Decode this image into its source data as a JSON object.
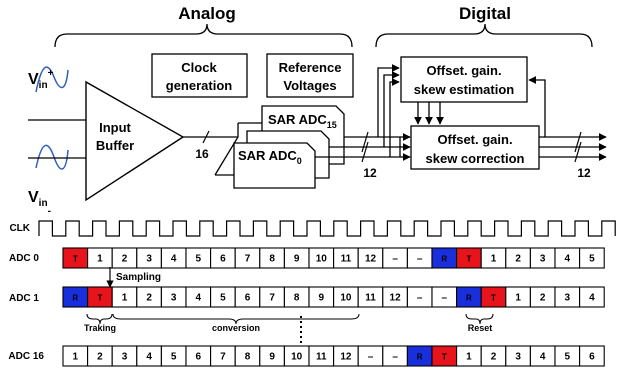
{
  "header": {
    "analog": "Analog",
    "digital": "Digital"
  },
  "blocks": {
    "clock_l1": "Clock",
    "clock_l2": "generation",
    "ref_l1": "Reference",
    "ref_l2": "Voltages",
    "buffer_l1": "Input",
    "buffer_l2": "Buffer",
    "sar15": "SAR ADC",
    "sar15_sub": "15",
    "sar0": "SAR ADC",
    "sar0_sub": "0",
    "est_l1": "Offset. gain.",
    "est_l2": "skew estimation",
    "corr_l1": "Offset. gain.",
    "corr_l2": "skew correction",
    "vin": "V",
    "vin_sub": "in",
    "vin_plus": "+",
    "vin_minus": "-",
    "bus16": "16",
    "bus12a": "12",
    "bus12b": "12"
  },
  "timing": {
    "clk_label": "CLK",
    "adc0_label": "ADC 0",
    "adc1_label": "ADC 1",
    "adc16_label": "ADC 16",
    "adc0_cells": [
      {
        "t": "T",
        "c": "red"
      },
      {
        "t": "1"
      },
      {
        "t": "2"
      },
      {
        "t": "3"
      },
      {
        "t": "4"
      },
      {
        "t": "5"
      },
      {
        "t": "6"
      },
      {
        "t": "7"
      },
      {
        "t": "8"
      },
      {
        "t": "9"
      },
      {
        "t": "10"
      },
      {
        "t": "11"
      },
      {
        "t": "12"
      },
      {
        "t": "–"
      },
      {
        "t": "–"
      },
      {
        "t": "R",
        "c": "blue"
      },
      {
        "t": "T",
        "c": "red"
      },
      {
        "t": "1"
      },
      {
        "t": "2"
      },
      {
        "t": "3"
      },
      {
        "t": "4"
      },
      {
        "t": "5"
      }
    ],
    "adc1_cells": [
      {
        "t": "R",
        "c": "blue"
      },
      {
        "t": "T",
        "c": "red"
      },
      {
        "t": "1"
      },
      {
        "t": "2"
      },
      {
        "t": "3"
      },
      {
        "t": "4"
      },
      {
        "t": "5"
      },
      {
        "t": "6"
      },
      {
        "t": "7"
      },
      {
        "t": "8"
      },
      {
        "t": "9"
      },
      {
        "t": "10"
      },
      {
        "t": "11"
      },
      {
        "t": "12"
      },
      {
        "t": "–"
      },
      {
        "t": "–"
      },
      {
        "t": "R",
        "c": "blue"
      },
      {
        "t": "T",
        "c": "red"
      },
      {
        "t": "1"
      },
      {
        "t": "2"
      },
      {
        "t": "3"
      },
      {
        "t": "4"
      }
    ],
    "adc16_cells": [
      {
        "t": "1"
      },
      {
        "t": "2"
      },
      {
        "t": "3"
      },
      {
        "t": "4"
      },
      {
        "t": "5"
      },
      {
        "t": "6"
      },
      {
        "t": "7"
      },
      {
        "t": "8"
      },
      {
        "t": "9"
      },
      {
        "t": "10"
      },
      {
        "t": "11"
      },
      {
        "t": "12"
      },
      {
        "t": "–"
      },
      {
        "t": "–"
      },
      {
        "t": "R",
        "c": "blue"
      },
      {
        "t": "T",
        "c": "red"
      },
      {
        "t": "1"
      },
      {
        "t": "2"
      },
      {
        "t": "3"
      },
      {
        "t": "4"
      },
      {
        "t": "5"
      },
      {
        "t": "6"
      }
    ],
    "sampling": "Sampling",
    "traking": "Traking",
    "conversion": "conversion",
    "reset": "Reset"
  },
  "colors": {
    "red": "#e8141b",
    "blue": "#1a2fdc",
    "line": "#000000"
  }
}
